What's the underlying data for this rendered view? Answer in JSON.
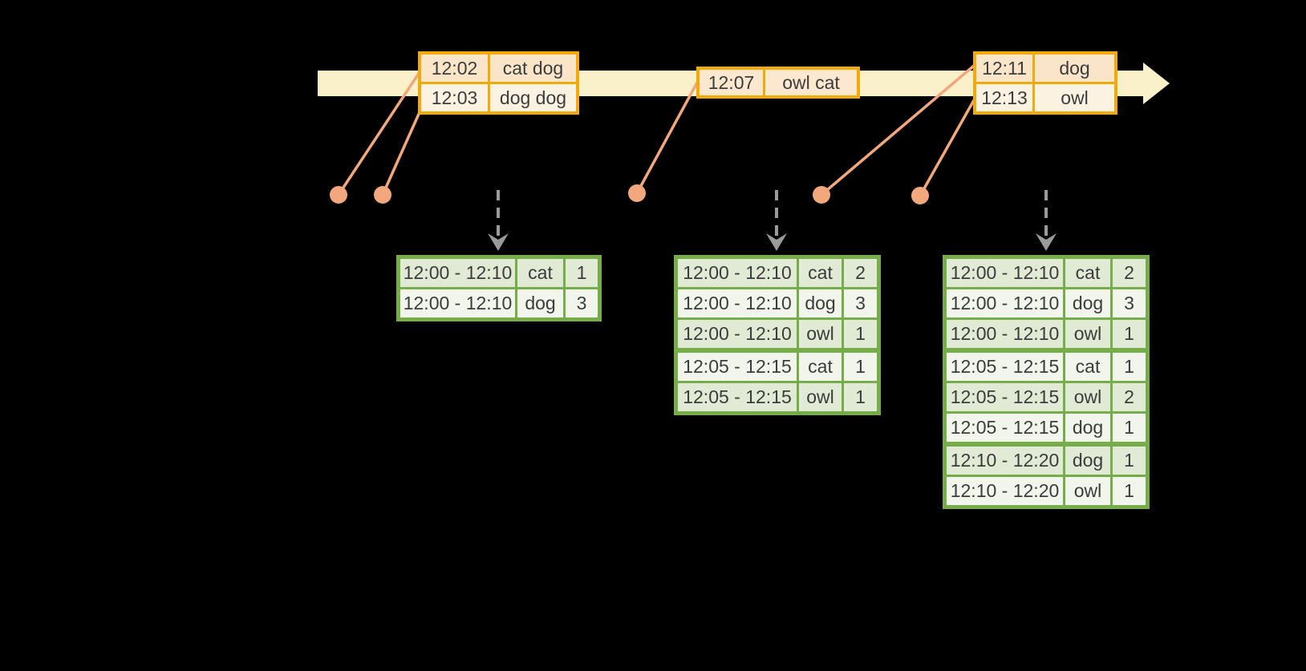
{
  "colors": {
    "background": "#000000",
    "timeline-fill": "#faf0ca",
    "event-border": "#f2a90a",
    "event-row-peach": "#fae5c8",
    "event-row-cream": "#fcf2e1",
    "event-single-fill": "#fbe8ce",
    "leader": "#f2a87c",
    "dashed-arrow": "#9a9a9a",
    "result-border": "#77ac4b",
    "result-row-green": "#e0ead5",
    "result-row-white": "#f2f5ec",
    "text": "#3c3c3c"
  },
  "event_tables": [
    {
      "rows": [
        {
          "time": "12:02",
          "words": "cat dog"
        },
        {
          "time": "12:03",
          "words": "dog dog"
        }
      ]
    },
    {
      "rows": [
        {
          "time": "12:07",
          "words": "owl cat"
        }
      ]
    },
    {
      "rows": [
        {
          "time": "12:11",
          "words": "dog"
        },
        {
          "time": "12:13",
          "words": "owl"
        }
      ]
    }
  ],
  "result_tables": [
    {
      "rows": [
        {
          "window": "12:00 - 12:10",
          "word": "cat",
          "count": "1"
        },
        {
          "window": "12:00 - 12:10",
          "word": "dog",
          "count": "3"
        }
      ]
    },
    {
      "rows": [
        {
          "window": "12:00 - 12:10",
          "word": "cat",
          "count": "2"
        },
        {
          "window": "12:00 - 12:10",
          "word": "dog",
          "count": "3"
        },
        {
          "window": "12:00 - 12:10",
          "word": "owl",
          "count": "1"
        },
        {
          "window": "12:05 - 12:15",
          "word": "cat",
          "count": "1"
        },
        {
          "window": "12:05 - 12:15",
          "word": "owl",
          "count": "1"
        }
      ]
    },
    {
      "rows": [
        {
          "window": "12:00 - 12:10",
          "word": "cat",
          "count": "2"
        },
        {
          "window": "12:00 - 12:10",
          "word": "dog",
          "count": "3"
        },
        {
          "window": "12:00 - 12:10",
          "word": "owl",
          "count": "1"
        },
        {
          "window": "12:05 - 12:15",
          "word": "cat",
          "count": "1"
        },
        {
          "window": "12:05 - 12:15",
          "word": "owl",
          "count": "2"
        },
        {
          "window": "12:05 - 12:15",
          "word": "dog",
          "count": "1"
        },
        {
          "window": "12:10 - 12:20",
          "word": "dog",
          "count": "1"
        },
        {
          "window": "12:10 - 12:20",
          "word": "owl",
          "count": "1"
        }
      ]
    }
  ]
}
